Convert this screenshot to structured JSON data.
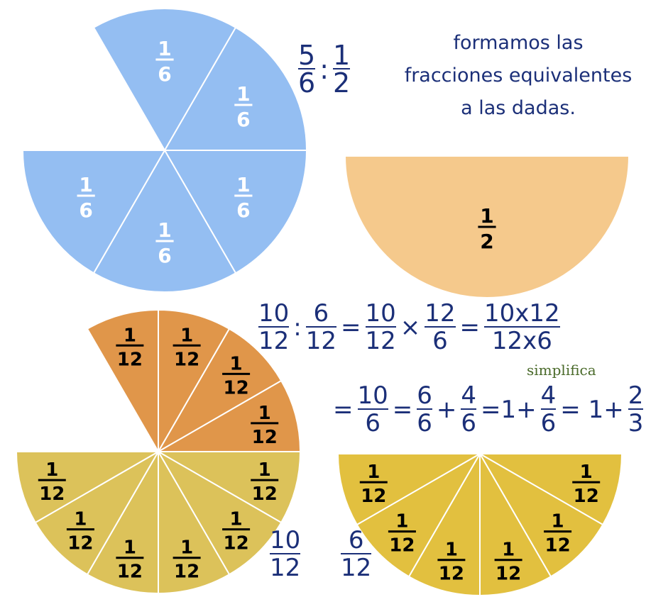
{
  "title_ratio": {
    "a_num": "5",
    "a_den": "6",
    "sep": ":",
    "b_num": "1",
    "b_den": "2"
  },
  "note": [
    "formamos las",
    "fracciones equivalentes",
    "a las dadas."
  ],
  "colors": {
    "blue": "#94bef2",
    "peach": "#f5c98c",
    "orange": "#e0964a",
    "yellow_left": "#dcc25a",
    "yellow_right": "#e2c03f",
    "ink": "#1b2f78"
  },
  "pies": {
    "sixths": {
      "label_num": "1",
      "label_den": "6",
      "count": 5
    },
    "half": {
      "label_num": "1",
      "label_den": "2"
    },
    "twelfths_left": {
      "label_num": "1",
      "label_den": "12",
      "orange_count": 4,
      "yellow_count": 6
    },
    "twelfths_right": {
      "label_num": "1",
      "label_den": "12",
      "count": 6
    }
  },
  "eq1": {
    "f1n": "10",
    "f1d": "12",
    "op1": ":",
    "f2n": "6",
    "f2d": "12",
    "op2": "=",
    "f3n": "10",
    "f3d": "12",
    "op3": "×",
    "f4n": "12",
    "f4d": "6",
    "op4": "=",
    "f5n": "10x12",
    "f5d": "12x6"
  },
  "simplifica": "simplifica",
  "eq2": {
    "op0": "=",
    "f1n": "10",
    "f1d": "6",
    "op1": "=",
    "f2n": "6",
    "f2d": "6",
    "op2": "+",
    "f3n": "4",
    "f3d": "6",
    "op3": "=1+",
    "f4n": "4",
    "f4d": "6",
    "op4": "= 1+",
    "f5n": "2",
    "f5d": "3"
  },
  "bottom_fracs": {
    "left_num": "10",
    "left_den": "12",
    "right_num": "6",
    "right_den": "12"
  }
}
